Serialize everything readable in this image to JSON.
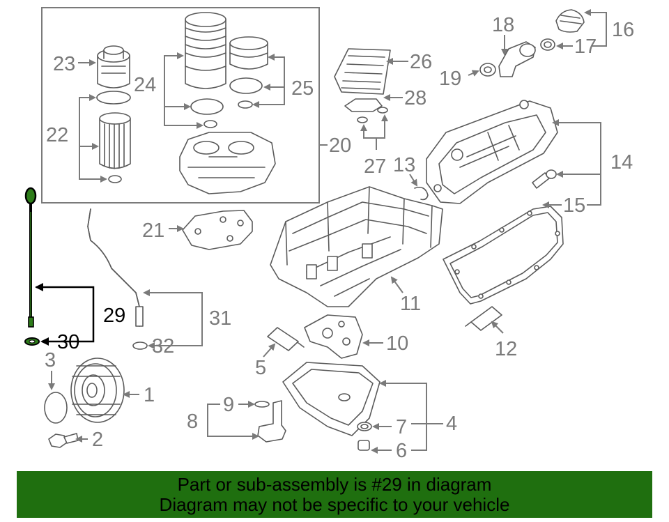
{
  "diagram": {
    "highlighted_part": "29",
    "labels": {
      "p1": "1",
      "p2": "2",
      "p3": "3",
      "p4": "4",
      "p5": "5",
      "p6": "6",
      "p7": "7",
      "p8": "8",
      "p9": "9",
      "p10": "10",
      "p11": "11",
      "p12": "12",
      "p13": "13",
      "p14": "14",
      "p15": "15",
      "p16": "16",
      "p17": "17",
      "p18": "18",
      "p19": "19",
      "p20": "20",
      "p21": "21",
      "p22": "22",
      "p23": "23",
      "p24": "24",
      "p25": "25",
      "p26": "26",
      "p27": "27",
      "p28": "28",
      "p29": "29",
      "p30": "30",
      "p31": "31",
      "p32": "32"
    }
  },
  "banner": {
    "line1": "Part or sub-assembly is #29 in diagram",
    "line2": "Diagram may not be specific to your vehicle",
    "background": "#1f6f0f"
  },
  "colors": {
    "line_art": "#5a5a5a",
    "label": "#7a7a7a",
    "highlight": "#000000",
    "highlight_part_fill": "#2e7d1a"
  }
}
